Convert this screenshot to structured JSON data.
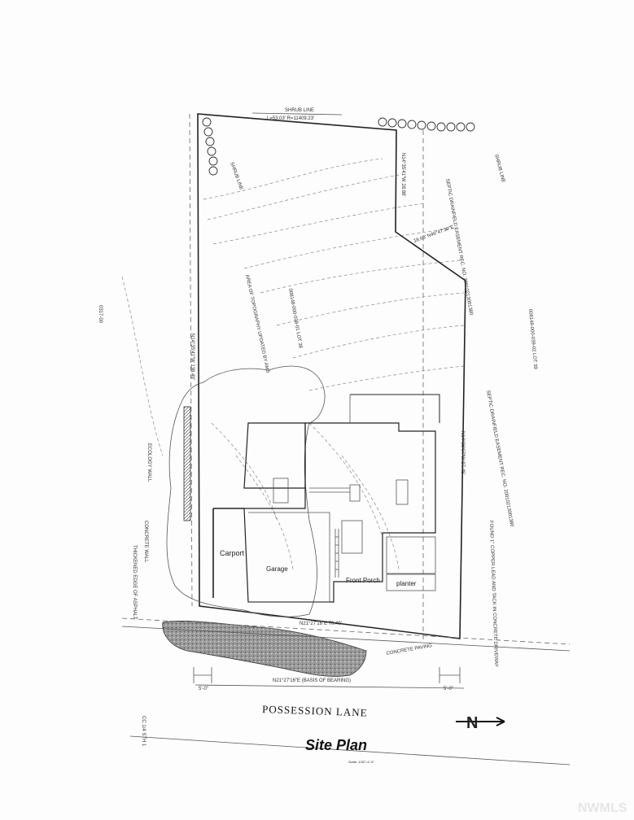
{
  "labels": {
    "shrub_line_top": "SHRUB LINE",
    "arc": "L=53.03' R=11409.23'",
    "shrub_line_left": "SHRUB LINE",
    "shrub_line_right": "SHRUB LINE",
    "bearing_1": "N14°35'41\"W 28.88'",
    "bearing_2": "18.63' N46°47'30\"E",
    "septic_1": "SEPTIC DRAINFIELD EASEMENT REC. NO. 20010213001380",
    "area_topo": "AREA OF TOPOGRAPHY UPDATED BY AMS",
    "lot_left": "008148-000-038-01 LOT 38",
    "lot_right": "008148-000-039-02 LOT 39",
    "west_line": "N14°35'41\"W 138.49'",
    "east_line": "N14°36'07\"W 97.45'",
    "septic_2": "SEPTIC DRAINFIELD EASEMENT REC. NO. 20010213001380",
    "found": "FOUND 1\" COPPER LEAD AND TACK IN CONCRETE DRIVEWAY",
    "ecology_wall": "ECOLOGY WALL",
    "concrete_wall": "CONCRETE WALL",
    "thickened_edge": "THICKENED EDGE OF ASPHALT",
    "left_edge": "0317-00",
    "carport": "Carport",
    "garage": "Garage",
    "front_porch": "Front Porch",
    "planter": "planter",
    "south_line": "N21°27'16\"E 70.40'",
    "concrete_paving": "CONCRETE PAVING",
    "basis": "N21°27'16\"E (BASIS OF BEARING)",
    "setback_left": "5'-0\"",
    "setback_right": "5'-0\"",
    "road": "POSSESSION LANE",
    "north_letter": "N",
    "title": "Site Plan",
    "scale": "Scale: 1/32\"=1'-0\"",
    "corner_text": "CC 1/4 STH 1",
    "watermark": "NWMLS"
  }
}
